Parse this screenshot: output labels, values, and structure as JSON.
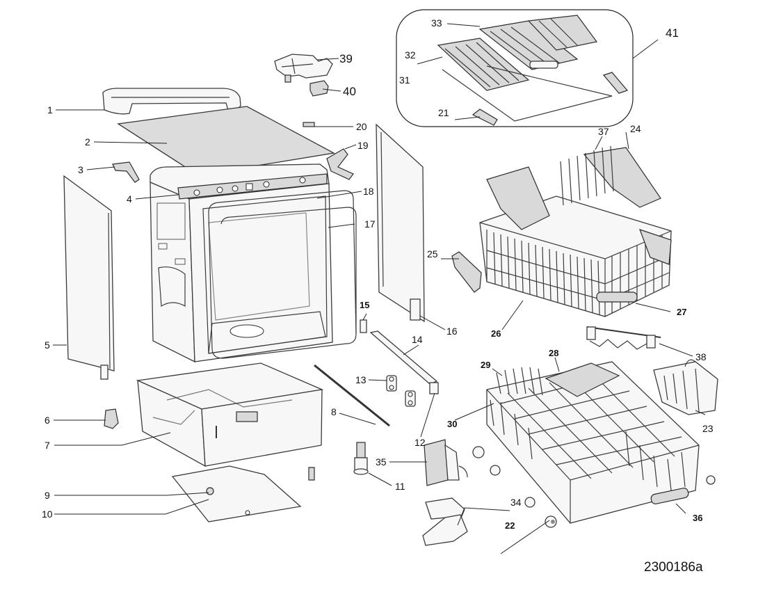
{
  "diagram": {
    "reference_code": "2300186a",
    "callouts": {
      "c1": "1",
      "c2": "2",
      "c3": "3",
      "c4": "4",
      "c5": "5",
      "c6": "6",
      "c7": "7",
      "c8": "8",
      "c9": "9",
      "c10": "10",
      "c11": "11",
      "c12": "12",
      "c13": "13",
      "c14": "14",
      "c15": "15",
      "c16": "16",
      "c17": "17",
      "c18": "18",
      "c19": "19",
      "c20": "20",
      "c21": "21",
      "c22": "22",
      "c23": "23",
      "c24": "24",
      "c25": "25",
      "c26": "26",
      "c27": "27",
      "c28": "28",
      "c29": "29",
      "c30": "30",
      "c31": "31",
      "c32": "32",
      "c33": "33",
      "c34": "34",
      "c35": "35",
      "c36": "36",
      "c37": "37",
      "c38": "38",
      "c39": "39",
      "c40": "40",
      "c41": "41"
    }
  }
}
